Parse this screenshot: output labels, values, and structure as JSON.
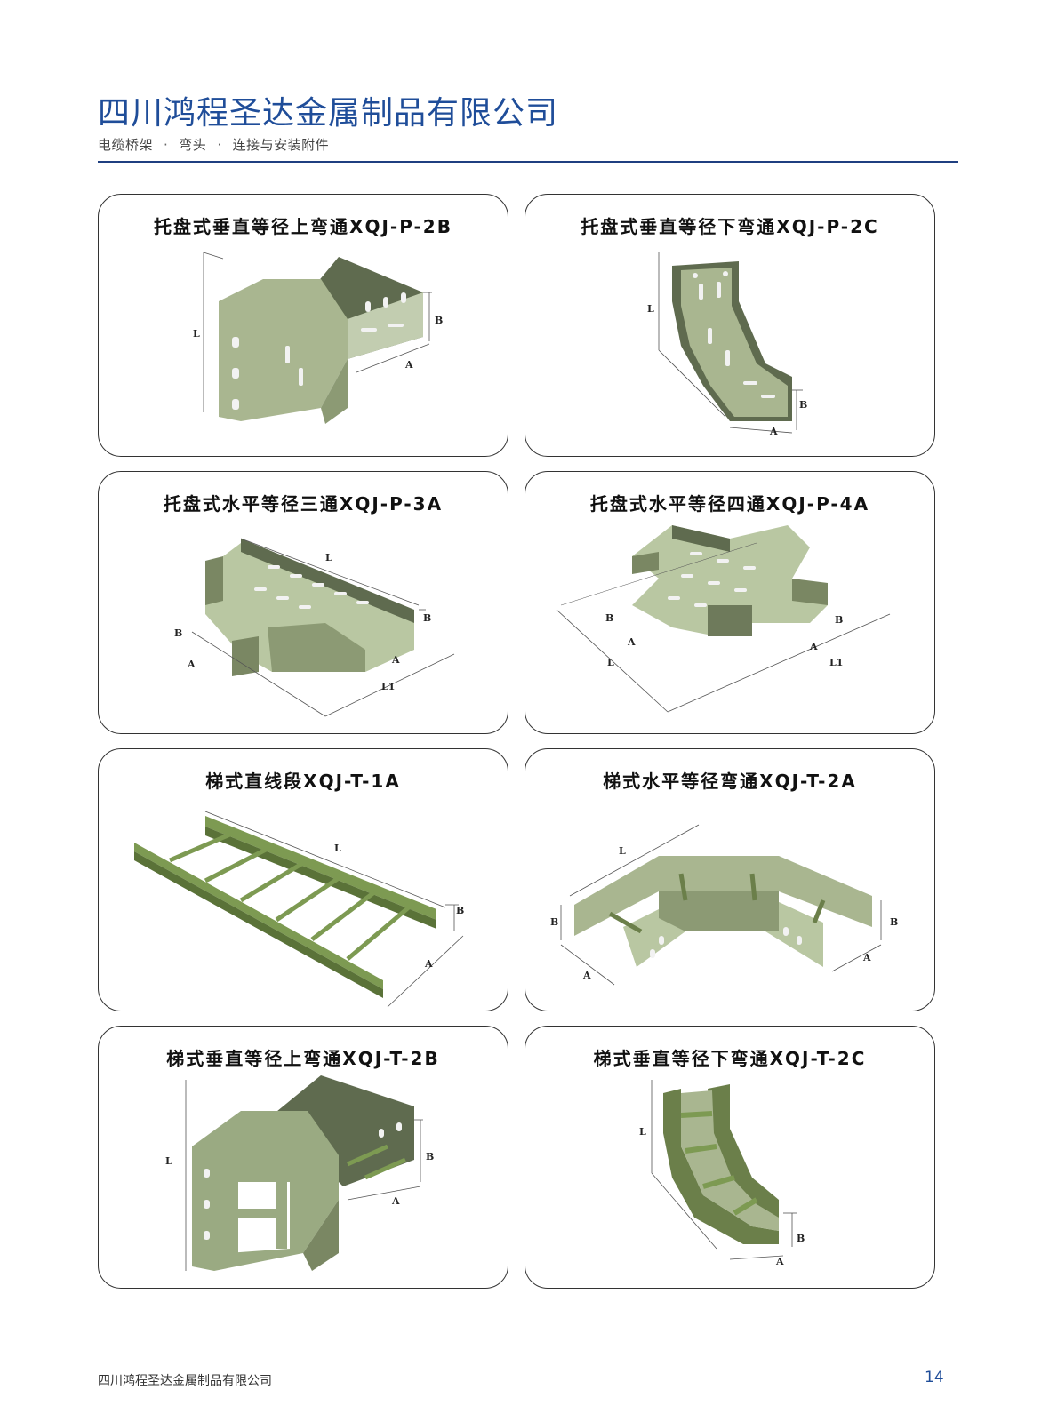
{
  "header": {
    "company": "四川鸿程圣达金属制品有限公司",
    "categories": [
      "电缆桥架",
      "弯头",
      "连接与安装附件"
    ],
    "separator": "·"
  },
  "cards": [
    {
      "title": "托盘式垂直等径上弯通XQJ-P-2B",
      "dims": {
        "l": "L",
        "b": "B",
        "a": "A"
      }
    },
    {
      "title": "托盘式垂直等径下弯通XQJ-P-2C",
      "dims": {
        "l": "L",
        "b": "B",
        "a": "A"
      }
    },
    {
      "title": "托盘式水平等径三通XQJ-P-3A",
      "dims": {
        "l": "L",
        "b1": "B",
        "b2": "B",
        "a1": "A",
        "a2": "A",
        "l1": "L1"
      }
    },
    {
      "title": "托盘式水平等径四通XQJ-P-4A",
      "dims": {
        "l": "L",
        "b1": "B",
        "b2": "B",
        "a1": "A",
        "a2": "A",
        "l1": "L1"
      }
    },
    {
      "title": "梯式直线段XQJ-T-1A",
      "dims": {
        "l": "L",
        "b": "B",
        "a": "A"
      }
    },
    {
      "title": "梯式水平等径弯通XQJ-T-2A",
      "dims": {
        "l": "L",
        "b1": "B",
        "b2": "B",
        "a1": "A",
        "a2": "A"
      }
    },
    {
      "title": "梯式垂直等径上弯通XQJ-T-2B",
      "dims": {
        "l": "L",
        "b": "B",
        "a": "A"
      }
    },
    {
      "title": "梯式垂直等径下弯通XQJ-T-2C",
      "dims": {
        "l": "L",
        "b": "B",
        "a": "A"
      }
    }
  ],
  "footer": {
    "company": "四川鸿程圣达金属制品有限公司",
    "page_number": "14"
  },
  "colors": {
    "brand_blue": "#1f4d99",
    "rule": "#1f3f80",
    "metal_light": "#b9c7a2",
    "metal_mid": "#9aaa82",
    "metal_dark": "#5f6b4f",
    "ladder_green": "#7d9a52"
  }
}
